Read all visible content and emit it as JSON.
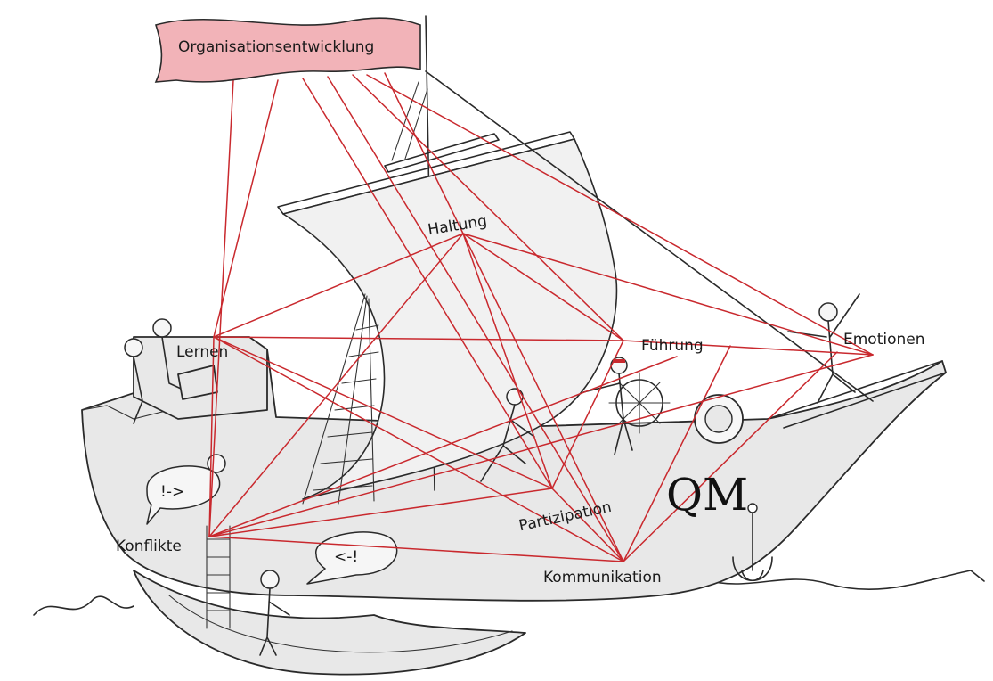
{
  "flag_label": "Organisationsentwicklung",
  "brand_text": "QM",
  "nodes": {
    "organisationsentwicklung": "Organisationsentwicklung",
    "haltung": "Haltung",
    "lernen": "Lernen",
    "fuehrung": "Führung",
    "emotionen": "Emotionen",
    "partizipation": "Partizipation",
    "konflikte": "Konflikte",
    "kommunikation": "Kommunikation"
  },
  "colors": {
    "connection": "#c9292e",
    "flag": "#f2b3b8",
    "hull": "#e8e8e8",
    "ink": "#2a2a2a"
  },
  "edges": [
    [
      "organisationsentwicklung",
      "konflikte"
    ],
    [
      "organisationsentwicklung",
      "lernen"
    ],
    [
      "organisationsentwicklung",
      "partizipation"
    ],
    [
      "organisationsentwicklung",
      "kommunikation"
    ],
    [
      "organisationsentwicklung",
      "fuehrung"
    ],
    [
      "organisationsentwicklung",
      "emotionen"
    ],
    [
      "organisationsentwicklung",
      "haltung"
    ],
    [
      "haltung",
      "lernen"
    ],
    [
      "haltung",
      "konflikte"
    ],
    [
      "haltung",
      "partizipation"
    ],
    [
      "haltung",
      "kommunikation"
    ],
    [
      "haltung",
      "fuehrung"
    ],
    [
      "haltung",
      "emotionen"
    ],
    [
      "lernen",
      "fuehrung"
    ],
    [
      "lernen",
      "konflikte"
    ],
    [
      "lernen",
      "partizipation"
    ],
    [
      "lernen",
      "kommunikation"
    ],
    [
      "fuehrung",
      "emotionen"
    ],
    [
      "fuehrung",
      "konflikte"
    ],
    [
      "fuehrung",
      "kommunikation"
    ],
    [
      "fuehrung",
      "partizipation"
    ],
    [
      "emotionen",
      "konflikte"
    ],
    [
      "emotionen",
      "kommunikation"
    ],
    [
      "partizipation",
      "konflikte"
    ],
    [
      "partizipation",
      "kommunikation"
    ],
    [
      "konflikte",
      "kommunikation"
    ]
  ]
}
